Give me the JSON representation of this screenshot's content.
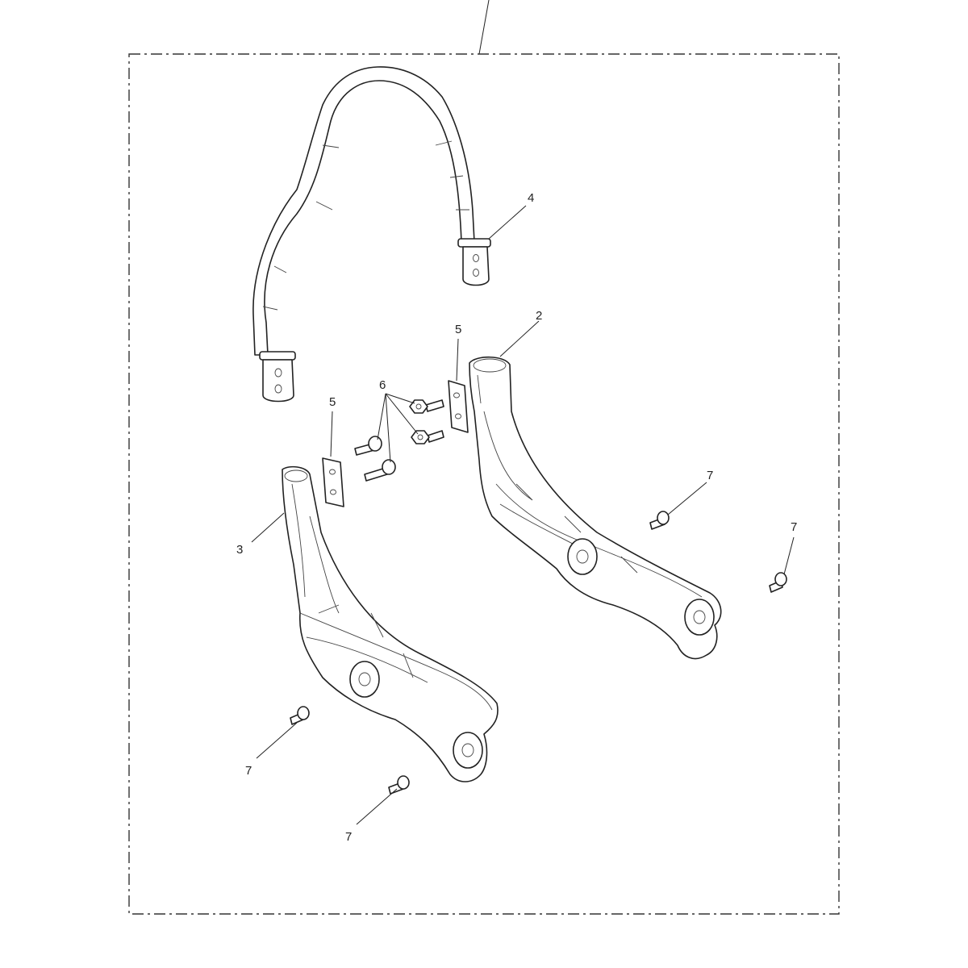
{
  "diagram": {
    "callouts": {
      "grab_rail": "4",
      "right_bracket": "2",
      "left_bracket": "3",
      "spacer_left": "5",
      "spacer_right": "5",
      "bolts": "6",
      "screw_a": "7",
      "screw_b": "7",
      "screw_c": "7",
      "screw_d": "7"
    }
  }
}
